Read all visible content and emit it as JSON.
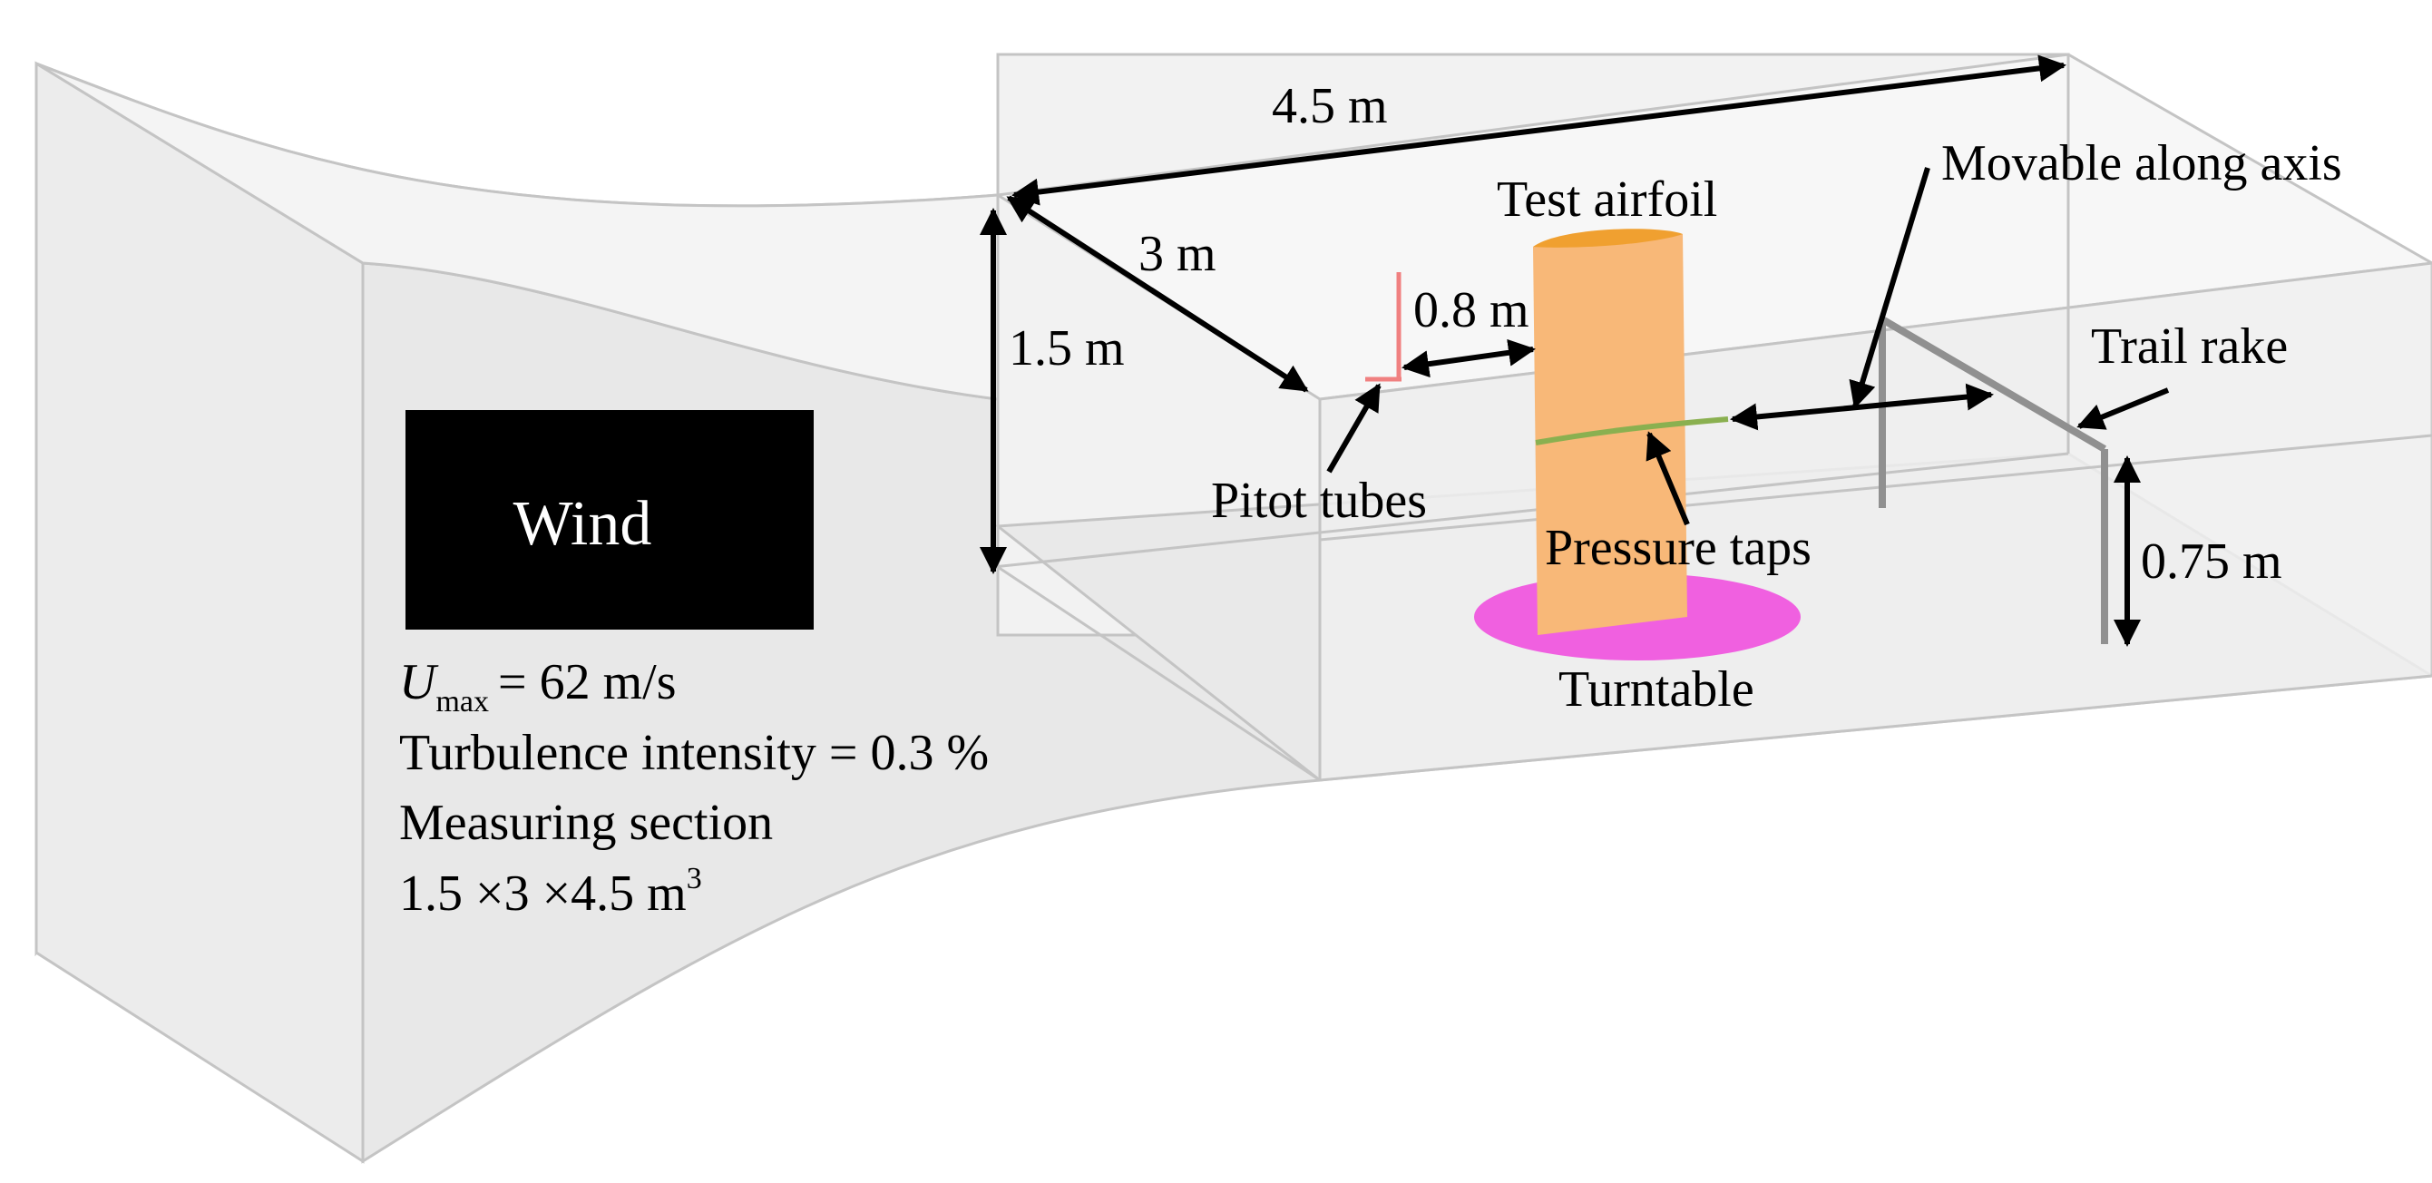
{
  "wind_box": {
    "label": "Wind",
    "fill": "#000000",
    "text_color": "#ffffff"
  },
  "specs": {
    "umax_symbol": "U",
    "umax_subscript": "max",
    "umax_value": "= 62 m/s",
    "turbulence": "Turbulence intensity = 0.3 %",
    "section_label": "Measuring section",
    "section_dims": "1.5 ×3 ×4.5 m",
    "section_exponent": "3"
  },
  "dimensions": {
    "length": "4.5 m",
    "width": "3 m",
    "height": "1.5 m",
    "pitot_distance": "0.8 m",
    "rake_height": "0.75 m"
  },
  "labels": {
    "test_airfoil": "Test airfoil",
    "movable": "Movable along axis",
    "trail_rake": "Trail rake",
    "pitot_tubes": "Pitot tubes",
    "pressure_taps": "Pressure taps",
    "turntable": "Turntable"
  },
  "colors": {
    "tunnel_fill": "#eeeeee",
    "tunnel_edge": "#c4c4c4",
    "airfoil": "#f8b878",
    "airfoil_top": "#f0a030",
    "turntable": "#f060e0",
    "pitot": "#f08080",
    "pressure_line": "#8ab050",
    "rake": "#909090"
  }
}
